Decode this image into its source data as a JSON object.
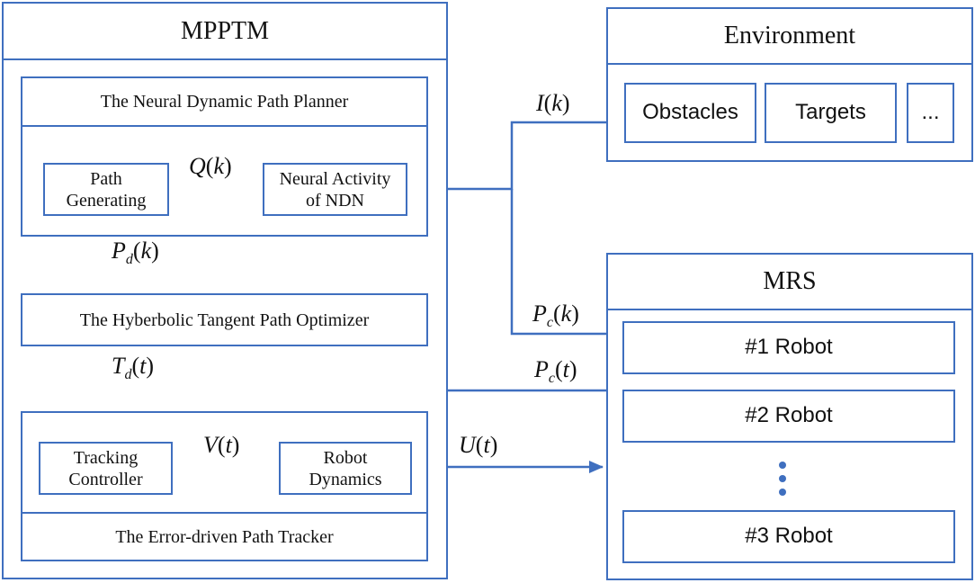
{
  "mpptm": {
    "title": "MPPTM",
    "planner": {
      "title": "The Neural Dynamic Path Planner",
      "path_generating": "Path Generating",
      "neural_activity": "Neural Activity of NDN"
    },
    "optimizer": "The Hyberbolic Tangent Path Optimizer",
    "tracker": {
      "title": "The Error-driven Path Tracker",
      "tracking_controller": "Tracking Controller",
      "robot_dynamics": "Robot Dynamics"
    }
  },
  "environment": {
    "title": "Environment",
    "items": [
      "Obstacles",
      "Targets",
      "..."
    ]
  },
  "mrs": {
    "title": "MRS",
    "robots": [
      "#1 Robot",
      "#2 Robot",
      "#3 Robot"
    ]
  },
  "signals": {
    "q": {
      "sym": "Q",
      "arg": "k"
    },
    "i": {
      "sym": "I",
      "arg": "k"
    },
    "pd": {
      "sym": "P",
      "sub": "d",
      "arg": "k"
    },
    "pc_k": {
      "sym": "P",
      "sub": "c",
      "arg": "k"
    },
    "td": {
      "sym": "T",
      "sub": "d",
      "arg": "t"
    },
    "pc_t": {
      "sym": "P",
      "sub": "c",
      "arg": "t"
    },
    "v": {
      "sym": "V",
      "arg": "t"
    },
    "u": {
      "sym": "U",
      "arg": "t"
    }
  },
  "colors": {
    "line": "#3f6fbf",
    "text": "#111111"
  }
}
